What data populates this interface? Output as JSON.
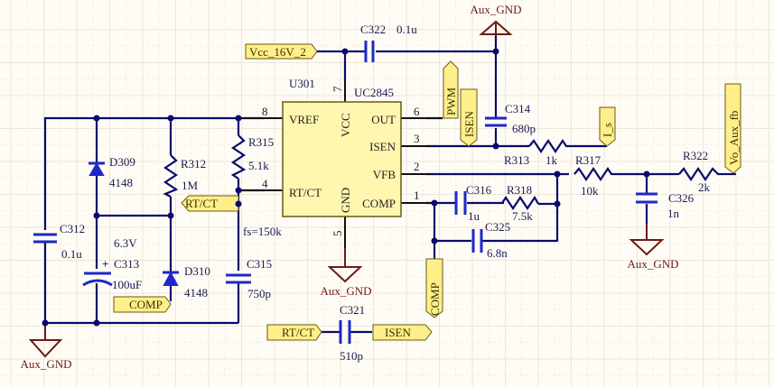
{
  "schematic": {
    "ic": {
      "designator": "U301",
      "part": "UC2845",
      "pins": {
        "vref": {
          "name": "VREF",
          "num": "8"
        },
        "rtct": {
          "name": "RT/CT",
          "num": "4"
        },
        "vcc": {
          "name": "VCC",
          "num": "7"
        },
        "gnd": {
          "name": "GND",
          "num": "5"
        },
        "out": {
          "name": "OUT",
          "num": "6"
        },
        "isen": {
          "name": "ISEN",
          "num": "3"
        },
        "vfb": {
          "name": "VFB",
          "num": "2"
        },
        "comp": {
          "name": "COMP",
          "num": "1"
        }
      }
    },
    "components": {
      "c322": {
        "ref": "C322",
        "value": "0.1u"
      },
      "c314": {
        "ref": "C314",
        "value": "680p"
      },
      "c312": {
        "ref": "C312",
        "value": "0.1u"
      },
      "c313": {
        "ref": "C313",
        "value": "100uF",
        "rating": "6.3V",
        "polarity": "+"
      },
      "c315": {
        "ref": "C315",
        "value": "750p"
      },
      "c316": {
        "ref": "C316",
        "value": "1u"
      },
      "c325": {
        "ref": "C325",
        "value": "6.8n"
      },
      "c326": {
        "ref": "C326",
        "value": "1n"
      },
      "c321": {
        "ref": "C321",
        "value": "510p"
      },
      "r315": {
        "ref": "R315",
        "value": "5.1k"
      },
      "r312": {
        "ref": "R312",
        "value": "1M"
      },
      "r313": {
        "ref": "R313",
        "value": "1k"
      },
      "r317": {
        "ref": "R317",
        "value": "10k"
      },
      "r318": {
        "ref": "R318",
        "value": "7.5k"
      },
      "r322": {
        "ref": "R322",
        "value": "2k"
      },
      "d309": {
        "ref": "D309",
        "value": "4148"
      },
      "d310": {
        "ref": "D310",
        "value": "4148"
      }
    },
    "note_fs": "fs=150k",
    "ports": {
      "vcc": "Vcc_16V_2",
      "pwm": "PWM",
      "isen_top": "ISEN",
      "i_s": "I_s",
      "vo_aux_fb": "Vo_Aux_fb",
      "rtct_mid": "RT/CT",
      "comp_left": "COMP",
      "comp_bottom": "COMP",
      "rtct_bottom": "RT/CT",
      "isen_bottom": "ISEN"
    },
    "ground_label": "Aux_GND"
  }
}
